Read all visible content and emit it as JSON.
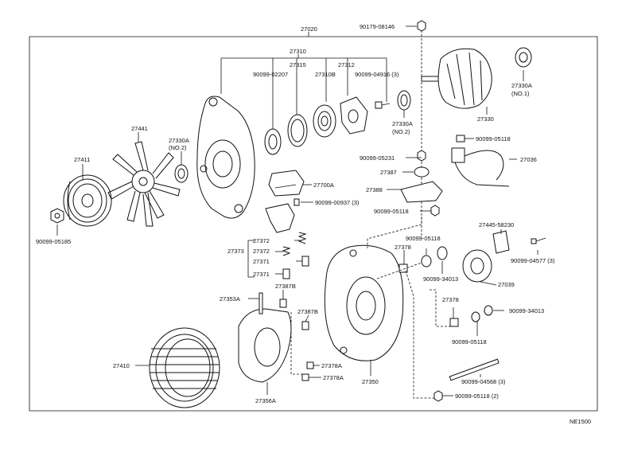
{
  "diagram": {
    "code": "NE1500",
    "labels": {
      "p27020": "27020",
      "p27310": "27310",
      "p90179_08146": "90179-08146",
      "p90099_02207": "90099-02207",
      "p27315": "27315",
      "p27310B": "27310B",
      "p27312": "27312",
      "p90099_04916": "90099-04916 (3)",
      "p27330A_no1": "27330A\n(NO.1)",
      "p27330": "27330",
      "p27330A_no2_b": "27330A\n(NO.2)",
      "p27441": "27441",
      "p27330A_no2_a": "27330A\n(NO.2)",
      "p27411": "27411",
      "p90099_05185": "90099-05185",
      "p27700A": "27700A",
      "p90099_00937": "90099-00937 (3)",
      "p90099_05231": "90099-05231",
      "p27387": "27387",
      "p27388": "27388",
      "p90099_05118_a": "90099-05118",
      "p90099_05118_conn": "90099-05118",
      "p27036": "27036",
      "p27445_58230": "27445-58230",
      "p90099_04577": "90099-04577 (3)",
      "p27039": "27039",
      "p90099_05118_b": "90099-05118",
      "p27378_a": "27378",
      "p90099_34013_a": "90099-34013",
      "p27372_a": "27372",
      "p27373": "27373",
      "p27372_b": "27372",
      "p27371_a": "27371",
      "p27371_b": "27371",
      "p27387B": "27387B",
      "p27353A": "27353A",
      "p27387B_b": "27387B",
      "p27378_b": "27378",
      "p90099_34013_b": "90099-34013",
      "p90099_05118_c": "90099-05118",
      "p27378A_a": "27378A",
      "p27378A_b": "27378A",
      "p27410": "27410",
      "p27350": "27350",
      "p27356A": "27356A",
      "p90099_04568": "90099-04568 (3)",
      "p90099_05118_d": "90099-05118 (2)"
    }
  }
}
